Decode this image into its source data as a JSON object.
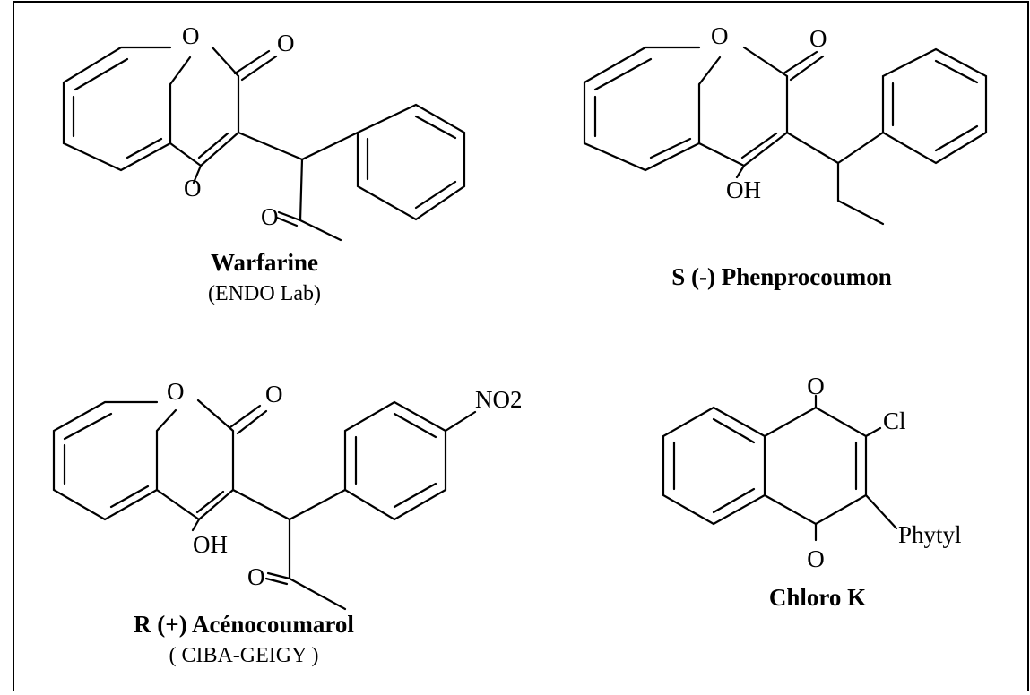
{
  "warfarine": {
    "atoms": {
      "ring_o": "O",
      "carbonyl_o": "O",
      "enol_o": "O",
      "ketone_o": "O"
    },
    "name": "Warfarine",
    "supplier": "(ENDO Lab)"
  },
  "phenprocoumon": {
    "atoms": {
      "ring_o": "O",
      "carbonyl_o": "O",
      "hydroxyl": "OH"
    },
    "name": "S (-) Phenprocoumon"
  },
  "acenocoumarol": {
    "atoms": {
      "ring_o": "O",
      "carbonyl_o": "O",
      "hydroxyl": "OH",
      "ketone_o": "O",
      "nitro": "NO2"
    },
    "name": "R (+) Acénocoumarol",
    "supplier": "( CIBA-GEIGY )"
  },
  "chlorok": {
    "atoms": {
      "top_o": "O",
      "bottom_o": "O",
      "chloro": "Cl",
      "phytyl": "Phytyl"
    },
    "name": "Chloro K"
  }
}
